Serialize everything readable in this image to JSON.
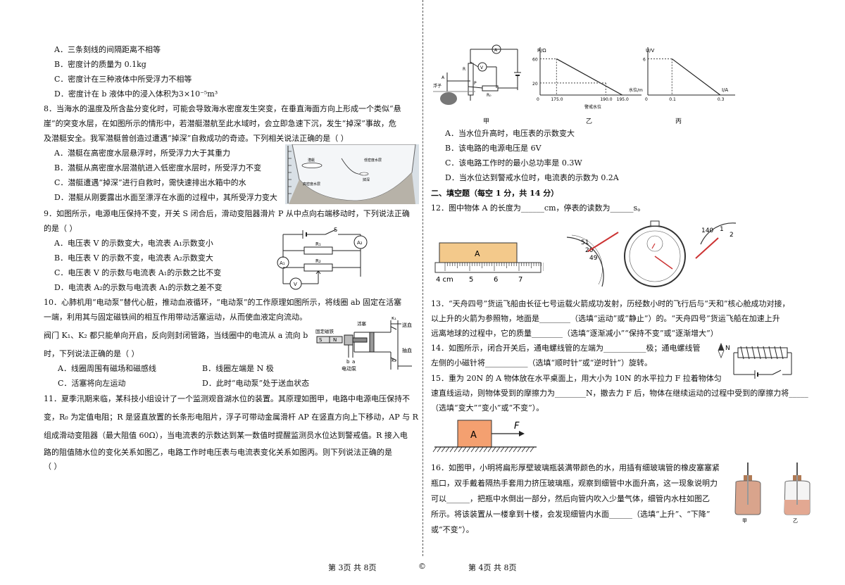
{
  "left": {
    "q7": {
      "A": "A．三条刻线的间隔距离不相等",
      "B": "B．密度计的质量为 0.1kg",
      "C": "C．密度计在三种液体中所受浮力不相等",
      "D": "D．密度计在 b 液体中的浸入体积为3×10⁻⁵m³"
    },
    "q8": {
      "stem1": "8．当海水的温度及所含盐分变化时，可能会导致海水密度发生突变，在垂直海面方向上形成一个类似“悬",
      "stem2": "崖”的突变水层，在如图所示的情形中，若潜艇潜航至此水域时，会立即急速下沉，发生“掉深”事故，危",
      "stem3": "及潜艇安全。我军潜艇曾创造过遭遇“掉深”自救成功的奇迹。下列相关说法正确的是（        ）",
      "A": "A．潜艇在高密度水层悬浮时，所受浮力大于其重力",
      "B": "B．潜艇从高密度水层潜航进入低密度水层时，所受浮力不变",
      "C": "C．潜艇遭遇“掉深”进行自救时，需快速排出水箱中的水",
      "D": "D．潜艇从刚要露出水面至漂浮在水面的过程中，其所受浮力变大",
      "fig_low": "低密度水层",
      "fig_sub": "潜艇",
      "fig_drop": "掉深",
      "fig_high": "高密度水层"
    },
    "q9": {
      "stem1": "9．如图所示，电源电压保持不变，开关 S 闭合后，滑动变阻器滑片 P 从中点向右端移动时，下列说法正确",
      "stem2": "的是（        ）",
      "A": "A．电压表 V 的示数变大，电流表 A₁示数变小",
      "B": "B．电压表 V 的示数不变，电流表 A₂示数变大",
      "C": "C．电压表 V 的示数与电流表 A₁的示数之比不变",
      "D": "D．电流表 A₂的示数与电流表 A₁的示数之差不变",
      "fig_S": "S",
      "fig_R1": "R₁",
      "fig_R2": "R₂",
      "fig_A1": "A₁",
      "fig_A2": "A₂",
      "fig_V": "V"
    },
    "q10": {
      "stem1": "10．心肺机用“电动泵”替代心脏，推动血液循环，“电动泵”的工作原理如图所示，将线圈 ab 固定在活塞",
      "stem2": "一端，利用其与固定磁铁间的相互作用带动活塞运动，从而使血液定向流动。",
      "stem3": "阀门 K₁、K₂ 都只能单向开启，反向则封闭管路，当线圈中的电流从 a 流向 b",
      "stem4": "时，下列说法正确的是（        ）",
      "A": "A．线圈周围有磁场和磁感线",
      "B": "B．线圈左端是 N 极",
      "C": "C．活塞将向左运动",
      "D": "D．此时“电动泵”处于送血状态",
      "fig_magnet": "固定磁铁",
      "fig_piston": "活塞",
      "fig_K1": "K₁",
      "fig_K2": "K₂",
      "fig_send": "送血",
      "fig_draw": "抽血",
      "fig_pump": "电动泵",
      "fig_S": "S",
      "fig_N": "N",
      "fig_b": "b",
      "fig_a": "a"
    },
    "q11": {
      "stem1": "11．夏季汛期来临，某科技小组设计了一个监测观音湖水位的装置。其原理如图甲，电路中电源电压保持不",
      "stem2": "变，R₀ 为定值电阻；R 是竖直放置的长条形电阻片，浮子可带动金属滑杆 AP 在竖直方向上下移动，AP 与 R",
      "stem3": "组成滑动变阻器（最大阻值 60Ω），当电流表的示数达到某一数值时提醒监测员水位达到警戒值。R 接入电",
      "stem4": "路的阻值随水位的变化关系如图乙，电路工作时电压表与电流表变化关系如图丙。则下列说法正确的是",
      "stem5": "（        ）"
    },
    "footer": "第 3页  共 8页"
  },
  "right": {
    "q11fig": {
      "jia": "甲",
      "yi": "乙",
      "bing": "丙",
      "float": "浮子",
      "A": "A",
      "R": "R",
      "P": "P",
      "R0": "R₀",
      "meterA": "A",
      "meterV": "V",
      "yi_ylabel": "R/Ω",
      "yi_xlabel": "水位/m",
      "yi_warn": "警戒水位",
      "bing_ylabel": "U/V",
      "bing_xlabel": "I/A"
    },
    "q11opts": {
      "A": "A．当水位升高时，电压表的示数变大",
      "B": "B．该电路的电源电压是 6V",
      "C": "C．该电路工作时的最小总功率是 0.3W",
      "D": "D．当水位达到警戒水位时，电流表的示数为 0.2A"
    },
    "section2": "二、填空题（每空 1 分，共 14 分）",
    "q12": {
      "stem": "12．图中物体 A 的长度为______cm，停表的读数为______s。",
      "objA": "A",
      "ruler_unit": "4 cm",
      "r5": "5",
      "r6": "6",
      "r7": "7",
      "d51": "51",
      "d20": "20",
      "d49": "49",
      "d140": "140",
      "d1": "1",
      "d2": "2"
    },
    "q13": {
      "l1": "13．“天舟四号”货运飞船由长征七号运载火箭成功发射，历经数小时的飞行后与“天和”核心舱成功对接，",
      "l2": "以上升的火箭为参照物，地面是________（选填“运动”或“静止”）的。“天舟四号”货运飞船在加速上升",
      "l3": "远离地球的过程中，它的质量________（选填“逐渐减小”“保持不变”或“逐渐增大”）"
    },
    "q14": {
      "l1": "14．如图所示，闭合开关后，通电螺线管的左端为___________极；通电螺线管",
      "l2": "左侧的小磁针将___________（选填“顺时针”或“逆时针”）旋转。",
      "N": "N"
    },
    "q15": {
      "l1": "15．重为 20N 的 A 物体放在水平桌面上，用大小为 10N 的水平拉力 F 拉着物体匀",
      "l2": "速直线运动，则物体受到的摩擦力为________N，撤去力 F 后，物体在继续运动的过程中受到的摩擦力将_____",
      "l3": "（选填“变大”“变小”或“不变”）。",
      "boxA": "A",
      "F": "F"
    },
    "q16": {
      "l1": "16．如图甲，小明将扁形厚壁玻璃瓶装满带颜色的水，用插有细玻璃管的橡皮塞塞紧",
      "l2": "瓶口，双手戴着隔热手套用力挤压玻璃瓶，观察到细管中水面升高，这一现象说明力",
      "l3": "可以______，把瓶中水倒出一部分，然后向管内吹入少量气体，细管内水柱如图乙",
      "l4": "所示。将该装置从一楼拿到十楼，会发现细管内水面______（选填“上升”、“下降”",
      "l5": "或“不变”）。",
      "jia": "甲",
      "yi": "乙"
    },
    "footer": "第 4页  共 8页"
  },
  "copyright": "©",
  "chart_data": [
    {
      "type": "line",
      "title": "乙",
      "xlabel": "水位/m",
      "ylabel": "R/Ω",
      "x": [
        175.0,
        195.0
      ],
      "y": [
        60,
        0
      ],
      "marked_x": [
        175.0,
        190.0,
        195.0
      ],
      "marked_y": [
        60,
        20
      ],
      "annotations": [
        "警戒水位"
      ]
    },
    {
      "type": "line",
      "title": "丙",
      "xlabel": "I/A",
      "ylabel": "U/V",
      "x": [
        0.1,
        0.3
      ],
      "y": [
        6,
        0
      ],
      "marked_x": [
        0,
        0.1,
        0.3
      ],
      "marked_y": [
        6
      ]
    }
  ]
}
